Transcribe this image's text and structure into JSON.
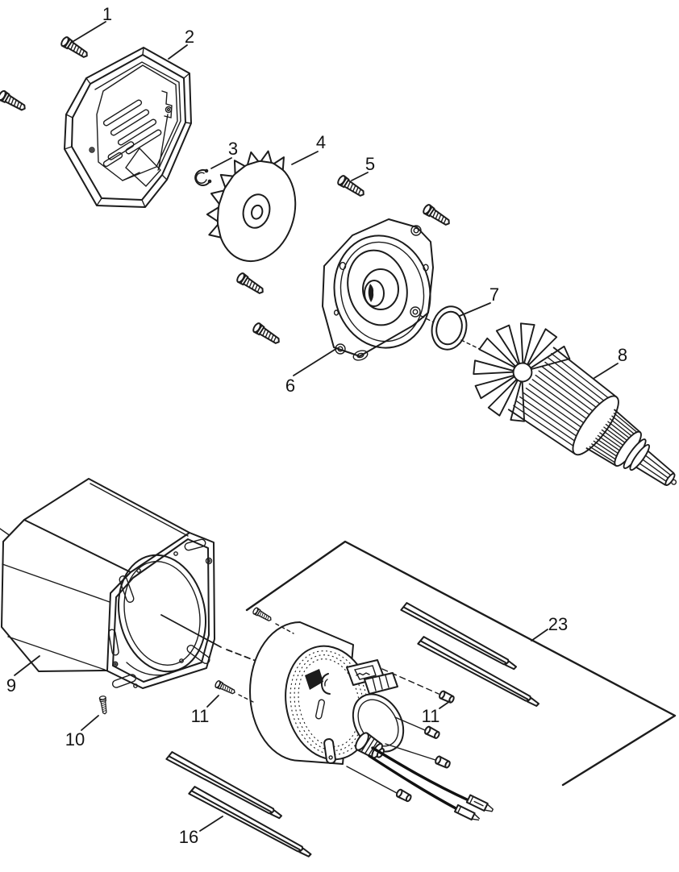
{
  "diagram": {
    "paper_color": "#ffffff",
    "ink_color": "#1c1c1c",
    "callouts": [
      {
        "label": "1"
      },
      {
        "label": "2"
      },
      {
        "label": "3"
      },
      {
        "label": "4"
      },
      {
        "label": "5"
      },
      {
        "label": "6"
      },
      {
        "label": "7"
      },
      {
        "label": "8"
      },
      {
        "label": "9"
      },
      {
        "label": "10"
      },
      {
        "label": "11"
      },
      {
        "label": "11"
      },
      {
        "label": "16"
      },
      {
        "label": "23"
      }
    ]
  }
}
